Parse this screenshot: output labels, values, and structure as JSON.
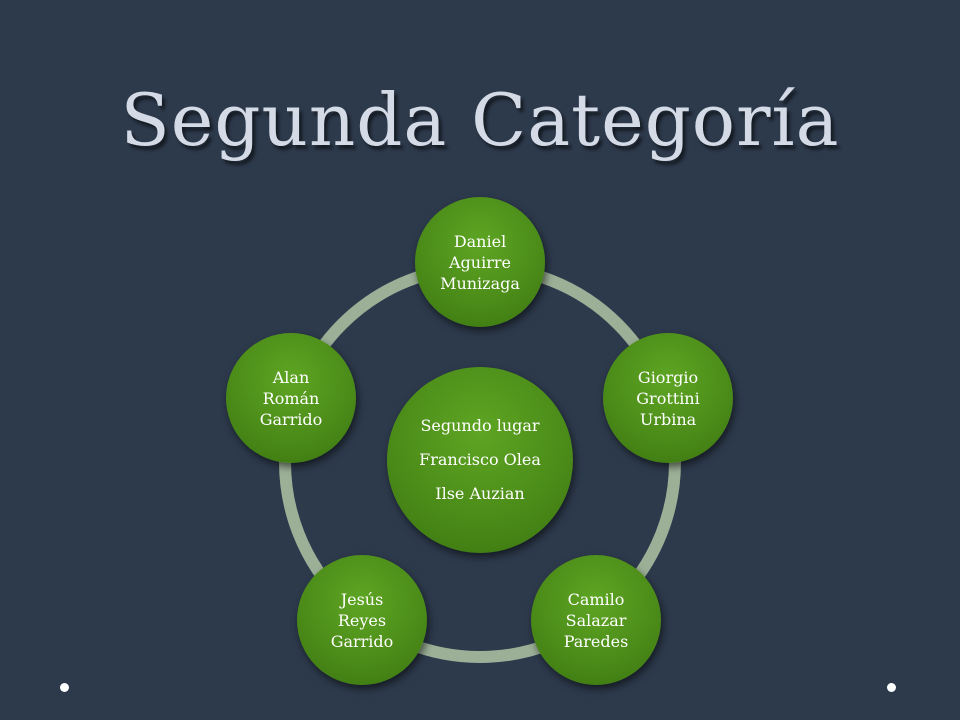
{
  "title": "Segunda Categoría",
  "center": {
    "lines": [
      "Segundo lugar",
      "Francisco Olea",
      "Ilse Auzian"
    ]
  },
  "nodes": [
    {
      "lines": [
        "Daniel",
        "Aguirre",
        "Munizaga"
      ]
    },
    {
      "lines": [
        "Giorgio",
        "Grottini",
        "Urbina"
      ]
    },
    {
      "lines": [
        "Camilo",
        "Salazar",
        "Paredes"
      ]
    },
    {
      "lines": [
        "Jesús",
        "Reyes",
        "Garrido"
      ]
    },
    {
      "lines": [
        "Alan",
        "Román",
        "Garrido"
      ]
    }
  ],
  "colors": {
    "background": "#2d3a4c",
    "node_green": "#4a8a18",
    "ring": "#a9bea0",
    "title": "#d4dbe6"
  }
}
